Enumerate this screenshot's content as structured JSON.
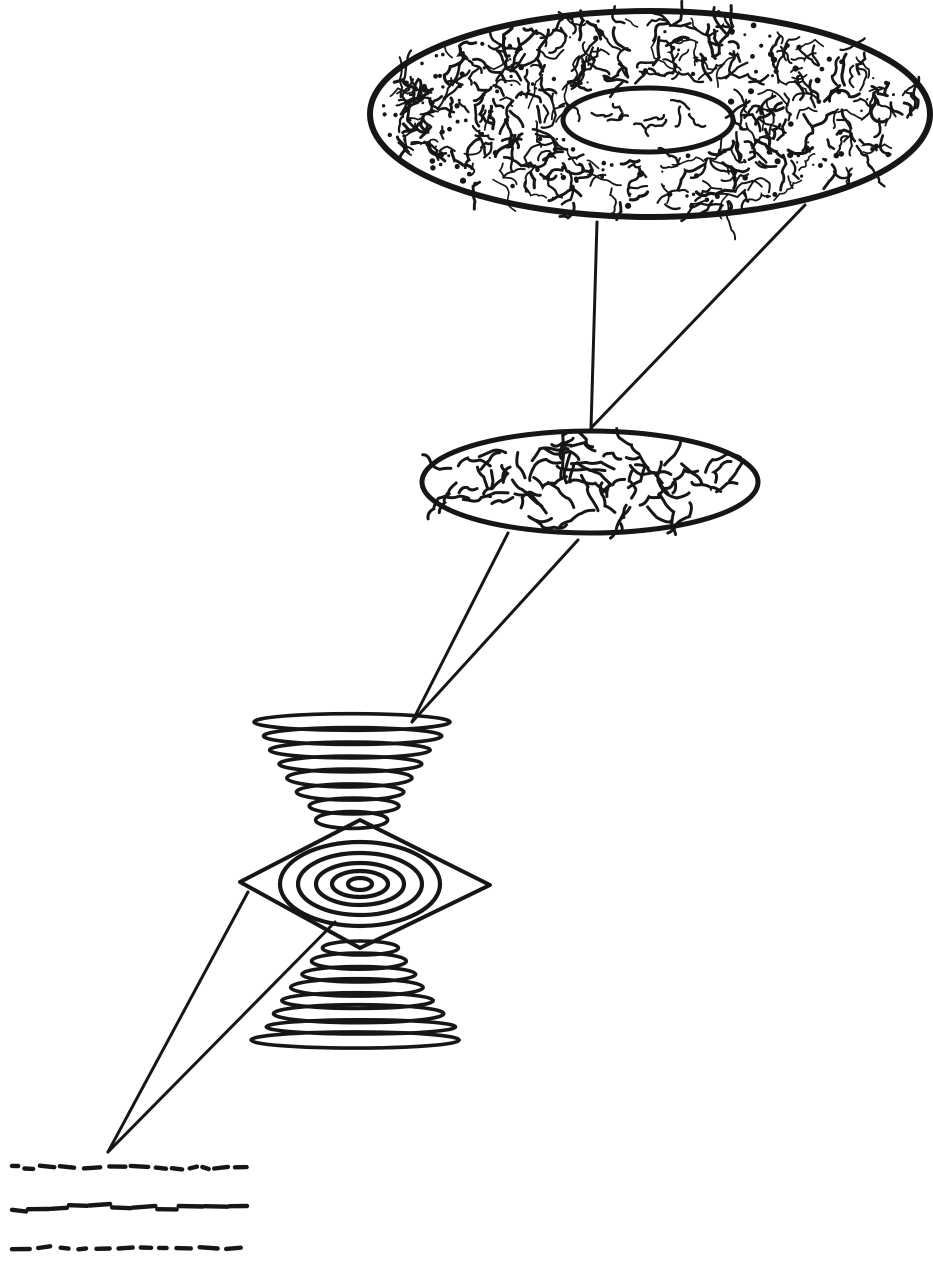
{
  "figure": {
    "ink_color": "#161616",
    "paper_color": "#ffffff",
    "components": [
      "large-oval-dense-texture",
      "inner-small-oval",
      "medium-oval-squiggle-texture",
      "coil-stack-top",
      "diamond-eye-concentric",
      "coil-stack-bottom",
      "dash-rows"
    ]
  }
}
